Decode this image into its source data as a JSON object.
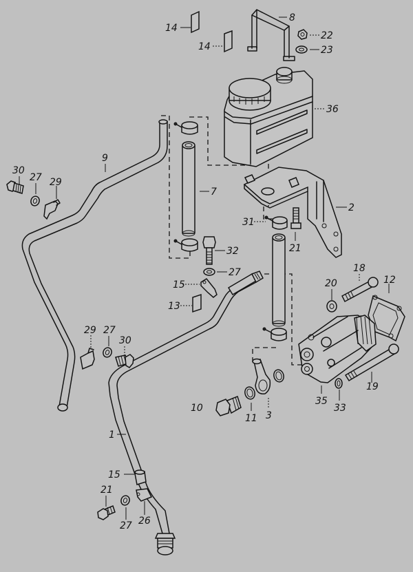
{
  "diagram": {
    "title": "Power steering reservoir, pump and lines — exploded parts diagram",
    "background_color": "#c0c0c0",
    "line_color": "#141414"
  },
  "callouts": {
    "c14a": "14",
    "c14b": "14",
    "c8": "8",
    "c22": "22",
    "c23": "23",
    "c36": "36",
    "c9": "9",
    "c30a": "30",
    "c27a": "27",
    "c29a": "29",
    "c7": "7",
    "c2": "2",
    "c31": "31",
    "c21a": "21",
    "c32": "32",
    "c27b": "27",
    "c15a": "15",
    "c13": "13",
    "c18": "18",
    "c20": "20",
    "c12": "12",
    "c29b": "29",
    "c27c": "27",
    "c30b": "30",
    "c10": "10",
    "c11": "11",
    "c3": "3",
    "c35": "35",
    "c33": "33",
    "c19": "19",
    "c1": "1",
    "c15b": "15",
    "c21b": "21",
    "c27d": "27",
    "c26": "26"
  },
  "parts": [
    {
      "ref": "1",
      "name": "pressure pipe"
    },
    {
      "ref": "2",
      "name": "reservoir bracket"
    },
    {
      "ref": "3",
      "name": "banjo union"
    },
    {
      "ref": "7",
      "name": "hose"
    },
    {
      "ref": "8",
      "name": "retaining strap"
    },
    {
      "ref": "9",
      "name": "return pipe"
    },
    {
      "ref": "10",
      "name": "banjo bolt"
    },
    {
      "ref": "11",
      "name": "sealing ring"
    },
    {
      "ref": "12",
      "name": "gasket"
    },
    {
      "ref": "13",
      "name": "rubber pad"
    },
    {
      "ref": "14",
      "name": "rubber pad"
    },
    {
      "ref": "15",
      "name": "clip"
    },
    {
      "ref": "18",
      "name": "bolt"
    },
    {
      "ref": "19",
      "name": "bolt"
    },
    {
      "ref": "20",
      "name": "washer"
    },
    {
      "ref": "21",
      "name": "bolt"
    },
    {
      "ref": "22",
      "name": "nut"
    },
    {
      "ref": "23",
      "name": "washer"
    },
    {
      "ref": "26",
      "name": "clamp"
    },
    {
      "ref": "27",
      "name": "washer"
    },
    {
      "ref": "29",
      "name": "clip"
    },
    {
      "ref": "30",
      "name": "bolt"
    },
    {
      "ref": "31",
      "name": "hose clamp"
    },
    {
      "ref": "32",
      "name": "bolt"
    },
    {
      "ref": "33",
      "name": "sealing ring"
    },
    {
      "ref": "35",
      "name": "steering pump"
    },
    {
      "ref": "36",
      "name": "reservoir"
    }
  ]
}
